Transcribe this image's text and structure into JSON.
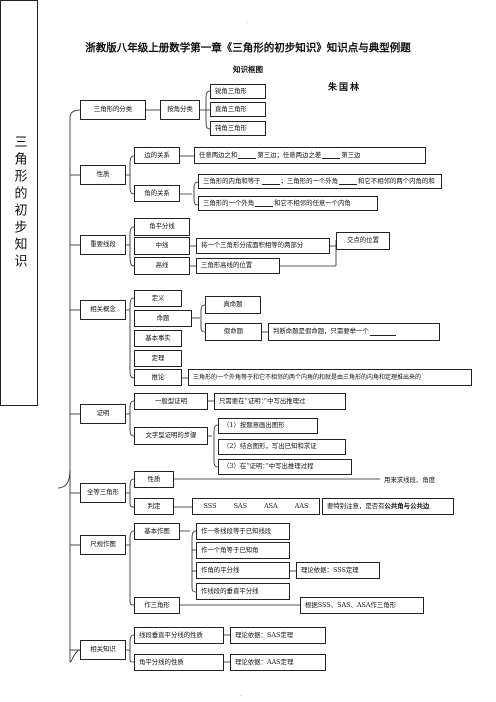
{
  "title": "浙教版八年级上册数学第一章《三角形的初步知识》知识点与典型例题",
  "subtitle": "知识框图",
  "author": "朱国林",
  "root": "三角形的初步知识",
  "classification": {
    "label": "三角形的分类",
    "sub": "按角分类",
    "items": [
      "锐角三角形",
      "直角三角形",
      "钝角三角形"
    ]
  },
  "properties": {
    "label": "性质",
    "sides": {
      "label": "边的关系",
      "text_a": "任意两边之和",
      "text_b": "第三边；任意两边之差",
      "text_c": "第三边"
    },
    "angles": {
      "label": "角的关系",
      "line1_a": "三角形的内角和等于",
      "line1_b": "；三角形的一个外角",
      "line1_c": "和它不相邻的两个内角的和",
      "line2_a": "三角形的一个外角",
      "line2_b": "和它不相邻的任意一个内角"
    }
  },
  "segments": {
    "label": "重要线段",
    "items": [
      "角平分线",
      "中线",
      "高线"
    ],
    "median_desc": "将一个三角形分成面积相等的两部分",
    "altitude_desc": "三角形高线的位置",
    "intersection": "交点的位置"
  },
  "concepts": {
    "label": "相关概念",
    "items": [
      "定义",
      "命题",
      "基本事实",
      "定理",
      "推论"
    ],
    "true_prop": "真命题",
    "false_prop": "假命题",
    "false_desc": "判断命题是假命题，只需要举一个",
    "corollary_desc": "三角形的一个外角等于和它不相邻的两个内角的和就是由三角形的内角和定理推出来的"
  },
  "proof": {
    "label": "证明",
    "general": "一般型证明",
    "general_desc": "只需要在“证明：”中写出推理过",
    "text": "文字型证明的步骤",
    "steps": [
      "（1）按题意画出图形",
      "（2）结合图形，写出已知和求证",
      "（3）在“证明：”中写出推理过程"
    ]
  },
  "congruent": {
    "label": "全等三角形",
    "nature": "性质",
    "nature_desc": "用来求线段、角度",
    "judge": "判定",
    "methods": [
      "SSS",
      "SAS",
      "ASA",
      "AAS"
    ],
    "note_a": "要特别注意，是否有",
    "note_b": "公共角与公共边"
  },
  "construction": {
    "label": "尺规作图",
    "basic": "基本作图",
    "items": [
      "作一条线段等于已知线段",
      "作一个角等于已知角",
      "作角的平分线",
      "作线段的垂直平分线"
    ],
    "basis": "理论依据：SSS定理",
    "triangle": "作三角形",
    "triangle_desc": "根据SSS、SAS、ASA作三角形"
  },
  "related": {
    "label": "相关知识",
    "item1": "线段垂直平分线的性质",
    "item1_basis": "理论依据：SAS定理",
    "item2": "角平分线的性质",
    "item2_basis": "理论依据：AAS定理"
  }
}
